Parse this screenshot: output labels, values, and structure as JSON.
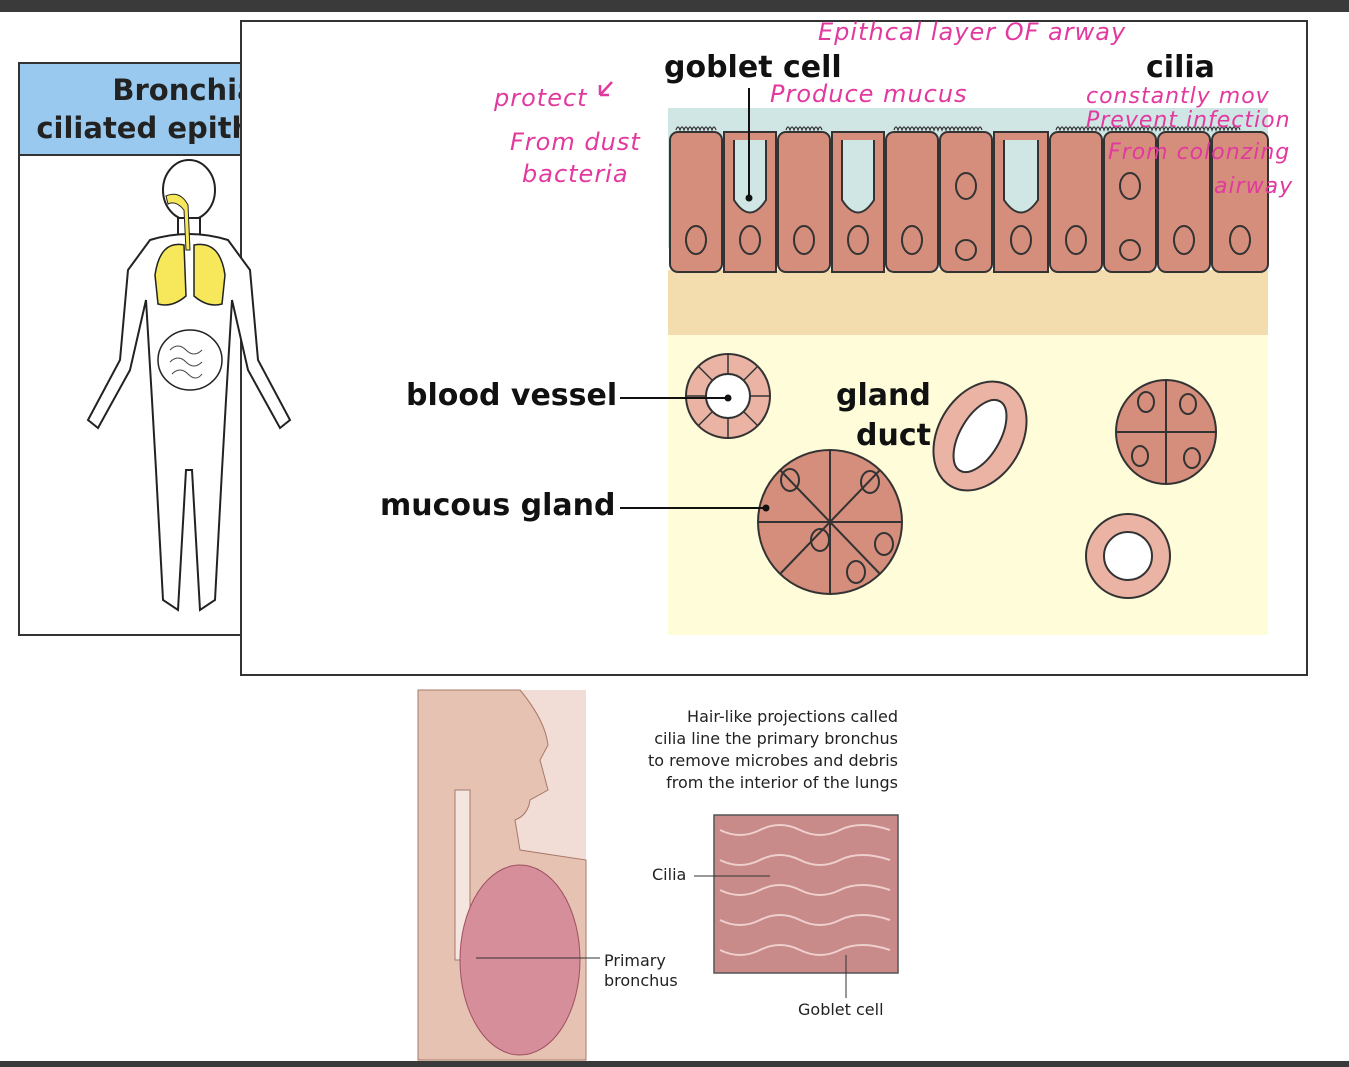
{
  "left_panel": {
    "title_line1": "Bronchial",
    "title_line2": "ciliated epithelium"
  },
  "labels": {
    "goblet_cell": "goblet cell",
    "cilia": "cilia",
    "blood_vessel": "blood vessel",
    "gland": "gland",
    "duct": "duct",
    "mucous_gland": "mucous gland"
  },
  "handwritten_notes": {
    "epithelial_layer": "Epithcal layer OF arway",
    "protect": "protect",
    "from_dust": "From dust",
    "bacteria": "bacteria",
    "produce_mucus": "Produce mucus",
    "constantly_mov": "constantly mov",
    "prevent_infection": "Prevent infection",
    "from_colonzing": "From colonzing",
    "airway": "airway"
  },
  "bottom_figure": {
    "caption_line1": "Hair-like projections called",
    "caption_line2": "cilia line the primary bronchus",
    "caption_line3": "to remove microbes and debris",
    "caption_line4": "from the interior of the lungs",
    "cilia_label": "Cilia",
    "primary_label_line1": "Primary",
    "primary_label_line2": "bronchus",
    "goblet_label": "Goblet cell"
  },
  "colors": {
    "title_band": "#99c9ee",
    "cell_fill": "#d58e7c",
    "mucus": "#cfe6e4",
    "connective_tissue": "#f3dcae",
    "submucosa": "#fffcd9",
    "annotation_pink": "#e2399f",
    "lung_highlight": "#f6e85a"
  }
}
